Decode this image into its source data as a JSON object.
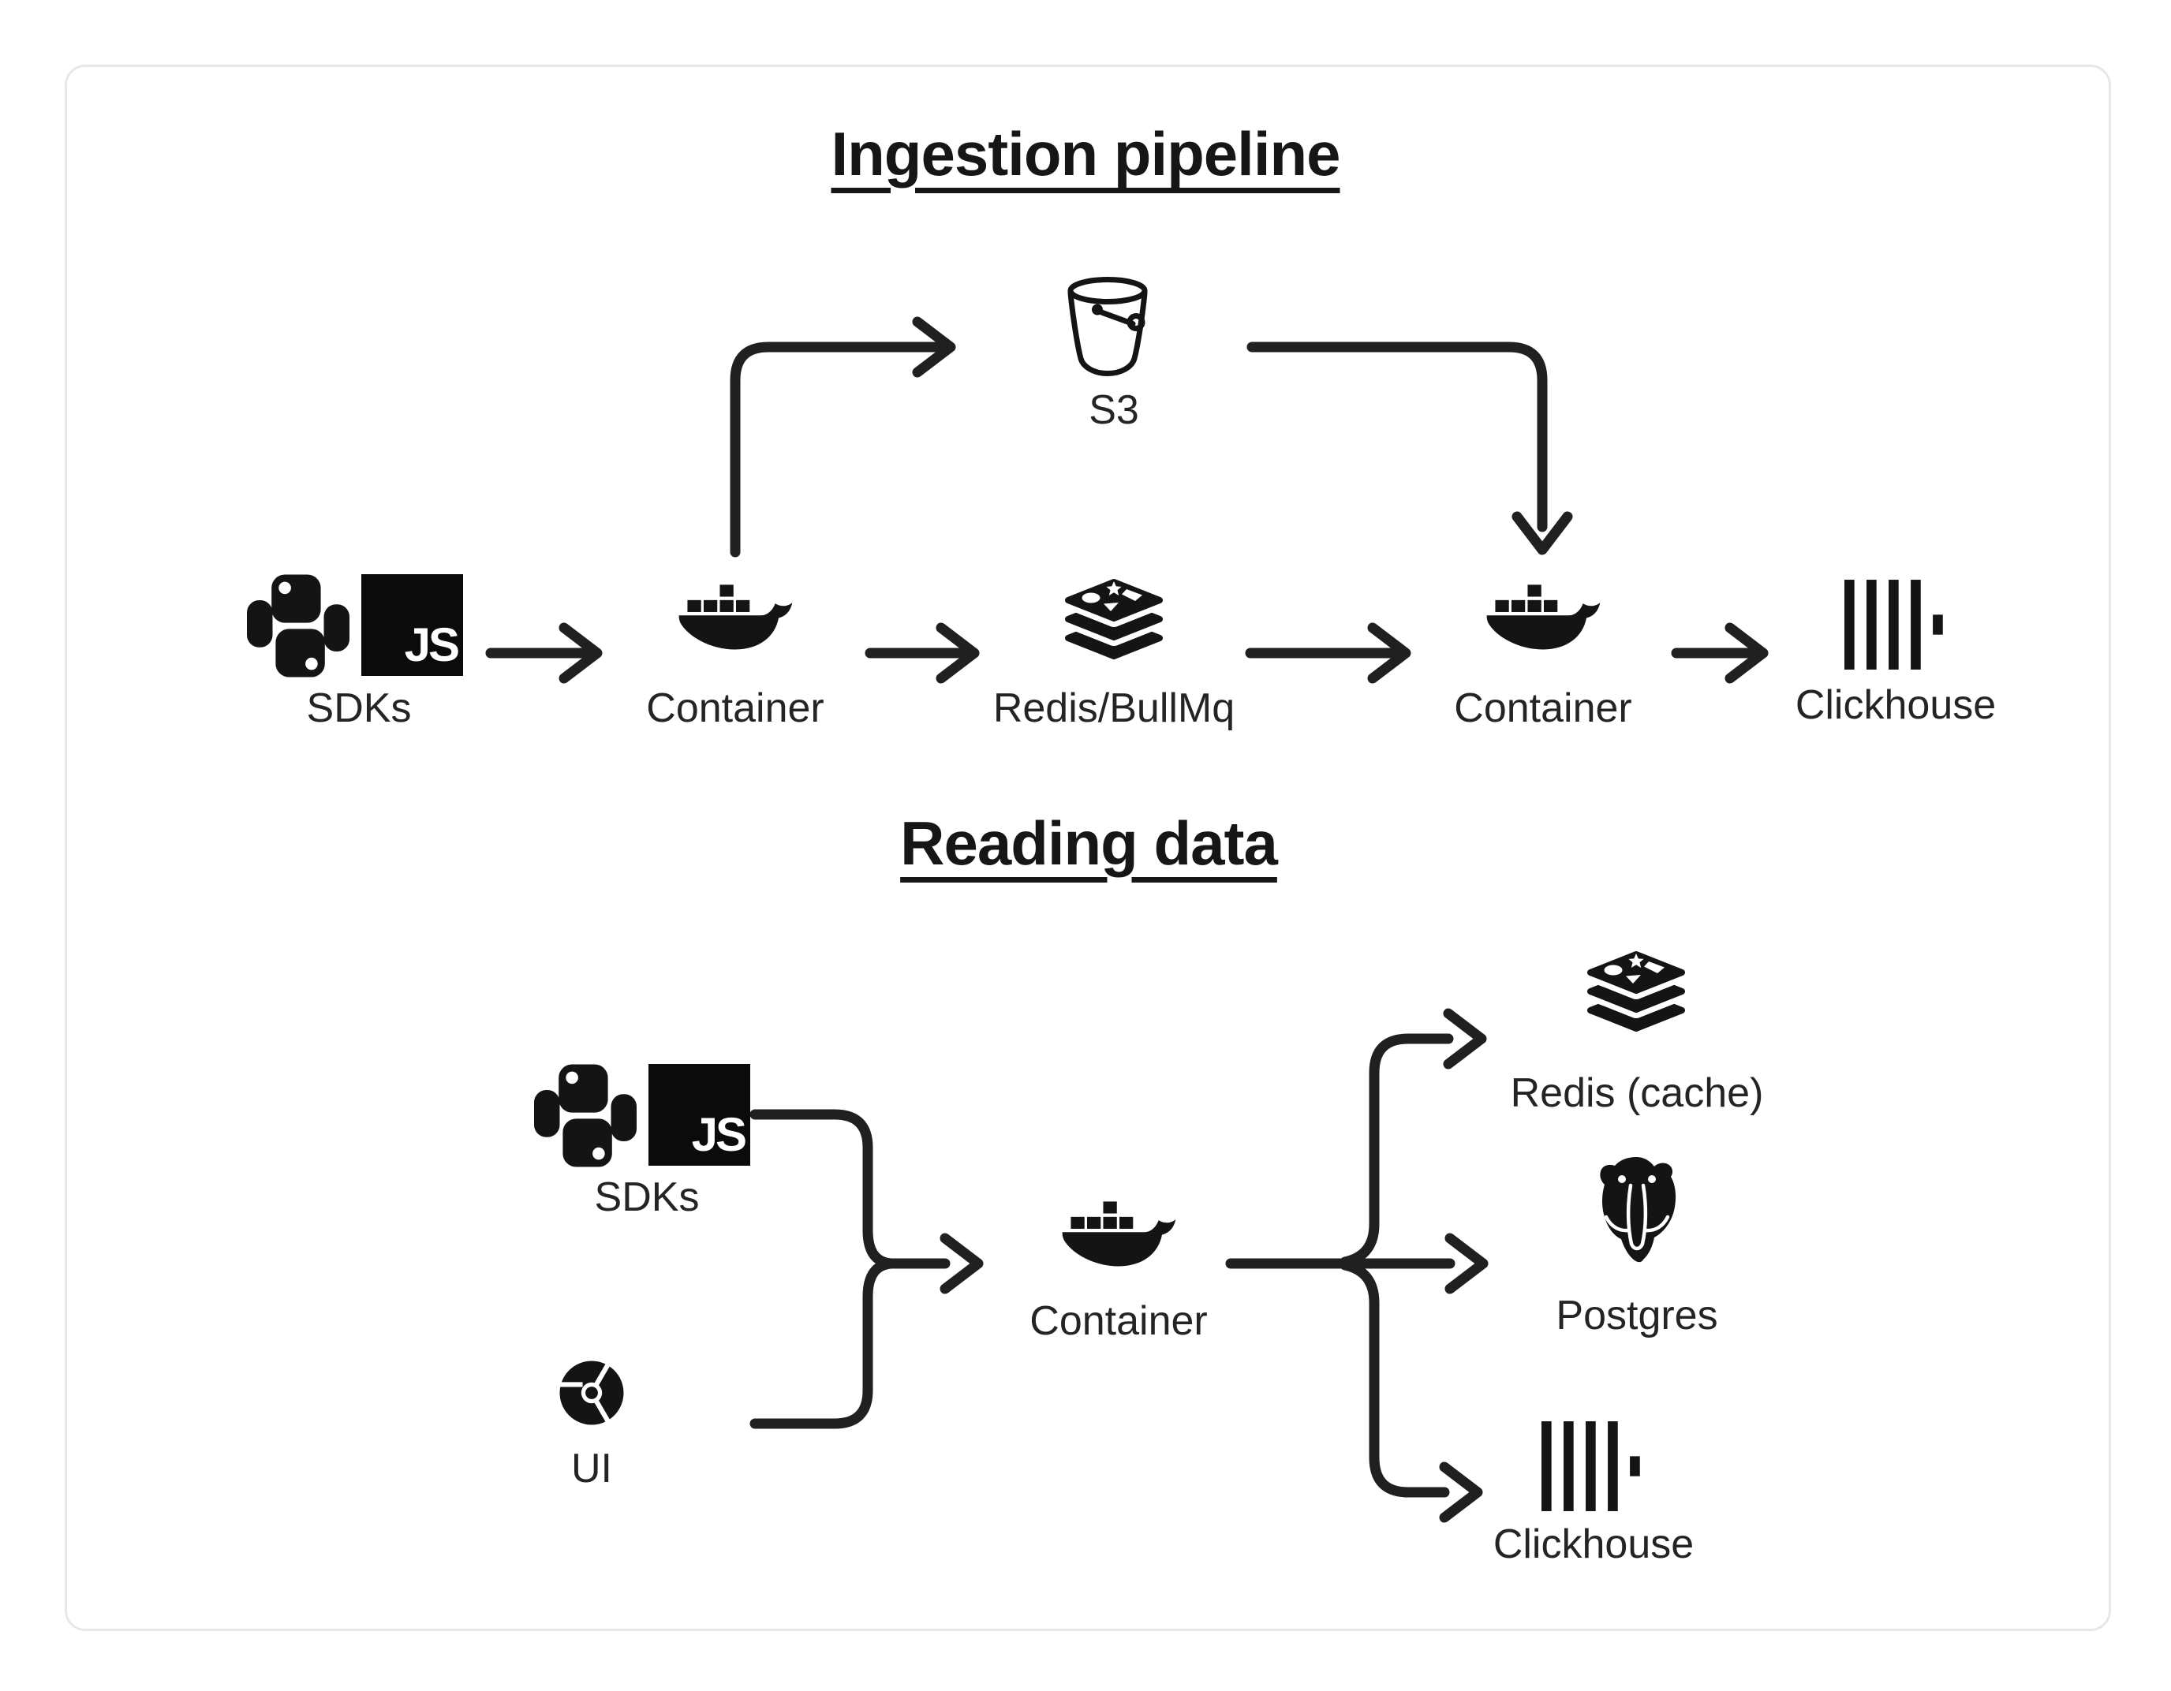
{
  "page": {
    "background": "#ffffff",
    "card_border": "#e7e7e7",
    "ink": "#1f1f1f"
  },
  "sections": {
    "ingestion": {
      "title": "Ingestion pipeline"
    },
    "reading": {
      "title": "Reading data"
    }
  },
  "labels": {
    "sdks_ingestion": "SDKs",
    "container_ingestion_1": "Container",
    "redis_queue": "Redis/BullMq",
    "container_ingestion_2": "Container",
    "clickhouse_ingestion": "Clickhouse",
    "s3": "S3",
    "sdks_reading": "SDKs",
    "ui": "UI",
    "container_reading": "Container",
    "redis_cache": "Redis (cache)",
    "postgres": "Postgres",
    "clickhouse_reading": "Clickhouse",
    "js_badge": "JS"
  },
  "icons": {
    "python": "python-icon",
    "javascript": "javascript-icon",
    "docker": "docker-whale-icon",
    "redis": "redis-stack-icon",
    "s3": "s3-bucket-icon",
    "clickhouse": "clickhouse-bars-icon",
    "chrome": "chrome-icon",
    "postgres": "postgres-elephant-icon"
  }
}
